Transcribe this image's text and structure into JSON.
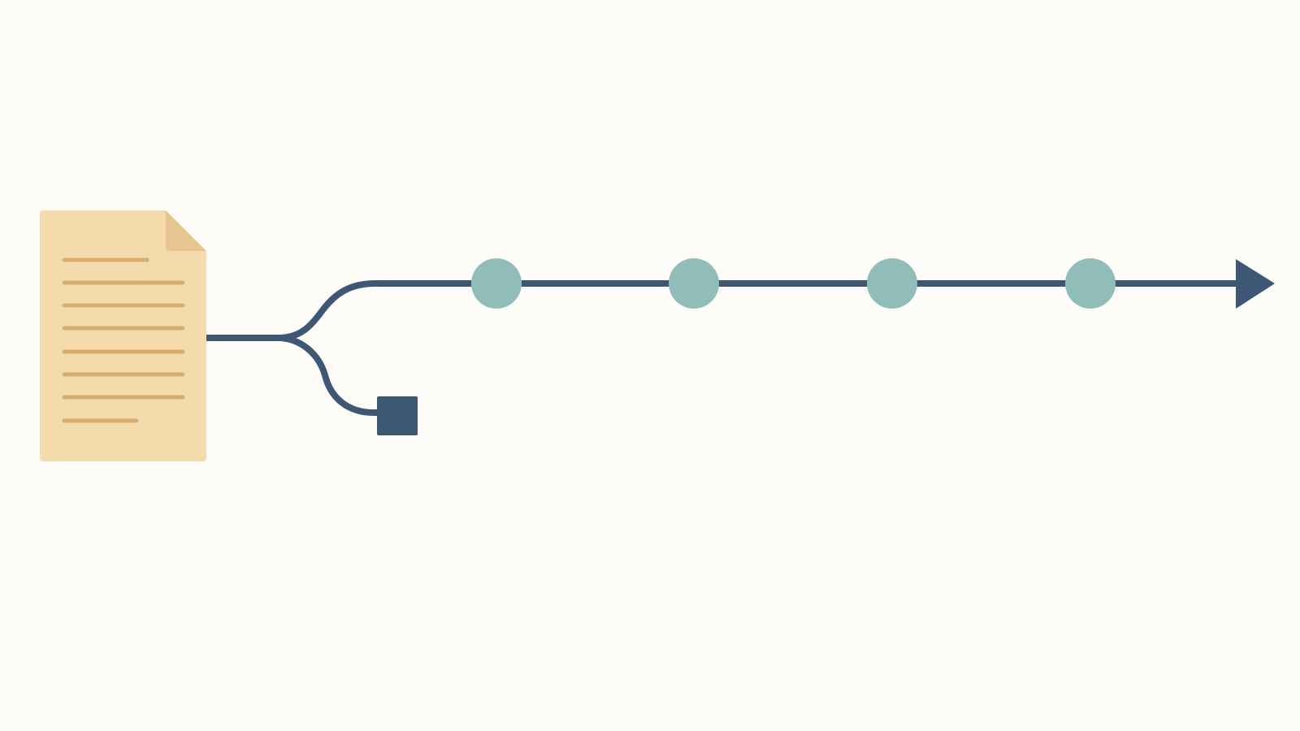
{
  "diagram": {
    "nodes": [
      {
        "id": "source-document",
        "shape": "document",
        "text_lines": 8
      },
      {
        "id": "end-square",
        "shape": "square"
      },
      {
        "id": "step-1",
        "shape": "circle"
      },
      {
        "id": "step-2",
        "shape": "circle"
      },
      {
        "id": "step-3",
        "shape": "circle"
      },
      {
        "id": "step-4",
        "shape": "circle"
      }
    ],
    "edges": [
      {
        "from": "source-document",
        "to": "end-square",
        "style": "curved"
      },
      {
        "from": "source-document",
        "to": "step-1",
        "style": "curved"
      },
      {
        "from": "step-1",
        "to": "step-2"
      },
      {
        "from": "step-2",
        "to": "step-3"
      },
      {
        "from": "step-3",
        "to": "step-4"
      },
      {
        "from": "step-4",
        "to": "arrow-end",
        "arrowhead": true
      }
    ]
  },
  "colors": {
    "background": "#fdfcf8",
    "document_fill": "#f4dbab",
    "document_fold": "#e7c591",
    "document_lines": "#d9ad6e",
    "connector": "#3e5775",
    "node_fill": "#90bdb7"
  }
}
